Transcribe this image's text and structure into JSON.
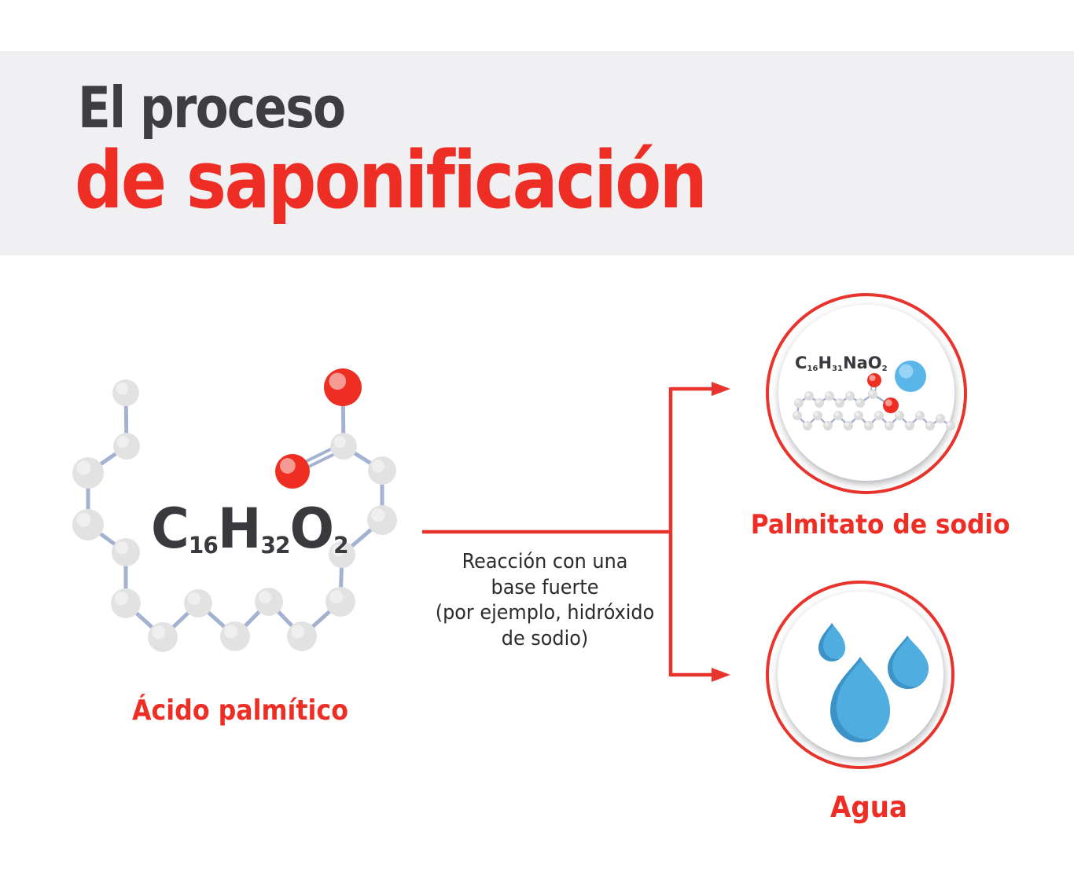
{
  "header": {
    "title_line1": "El proceso",
    "title_line2": "de saponificación"
  },
  "left_molecule": {
    "label": "Ácido palmítico",
    "formula": {
      "p1": "C",
      "s1": "16",
      "p2": "H",
      "s2": "32",
      "p3": "O",
      "s3": "2"
    }
  },
  "reaction_arrow": {
    "lines": [
      "Reacción con una",
      "base fuerte",
      "(por ejemplo, hidróxido",
      "de sodio)"
    ]
  },
  "products": {
    "sodium_palmitate": {
      "label": "Palmitato de sodio",
      "formula": {
        "p1": "C",
        "s1": "16",
        "p2": "H",
        "s2": "31",
        "p3": "NaO",
        "s3": "2"
      }
    },
    "water": {
      "label": "Agua"
    }
  },
  "icons": {
    "palmitic_acid_molecule": "ball-and-stick-molecule",
    "sodium_palmitate_molecule": "ball-and-stick-molecule-with-sodium",
    "water_drops": "three-water-drops",
    "branch_arrow": "right-branching-arrow"
  },
  "colors": {
    "accent_red": "#ee2e25",
    "title_gray": "#3e3d42",
    "text_dark": "#2b2b2b",
    "header_band": "#f0eff1",
    "carbon_gray": "#e3e2e3",
    "oxygen_red": "#ee2d23",
    "sodium_blue": "#5ab6e9",
    "bond_blue_gray": "#a3b2d0",
    "drop_blue": "#4fade0",
    "drop_shadow_blue": "#3b93c7"
  }
}
